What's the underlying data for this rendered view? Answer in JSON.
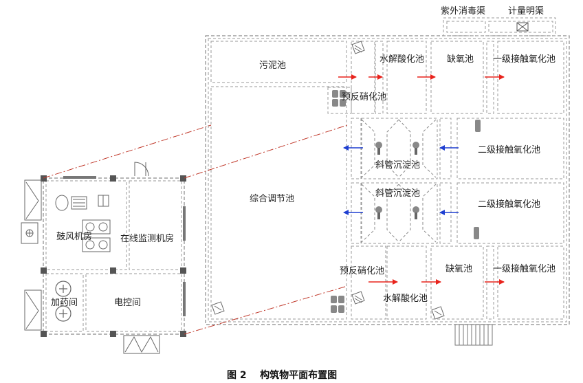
{
  "labels": {
    "uv_channel": "紫外消毒渠",
    "metering_channel": "计量明渠",
    "sludge_tank": "污泥池",
    "hydrolysis_top": "水解酸化池",
    "anoxic_top": "缺氧池",
    "contact1_top": "一级接触氧化池",
    "predenit_top": "预反硝化池",
    "settling_1": "斜管沉淀池",
    "settling_2": "斜管沉淀池",
    "contact2_a": "二级接触氧化池",
    "contact2_b": "二级接触氧化池",
    "equalization": "综合调节池",
    "predenit_bottom": "预反硝化池",
    "anoxic_bottom": "缺氧池",
    "contact1_bottom": "一级接触氧化池",
    "hydrolysis_bottom": "水解酸化池",
    "blower_room": "鼓风机房",
    "monitor_room": "在线监测机房",
    "dosing_room": "加药间",
    "control_room": "电控间"
  },
  "caption": "图 2    构筑物平面布置图",
  "colors": {
    "flow_forward": "#e8231c",
    "flow_return": "#1f3fd1",
    "wall": "#8a8a8a",
    "link_line": "#c0392b"
  }
}
